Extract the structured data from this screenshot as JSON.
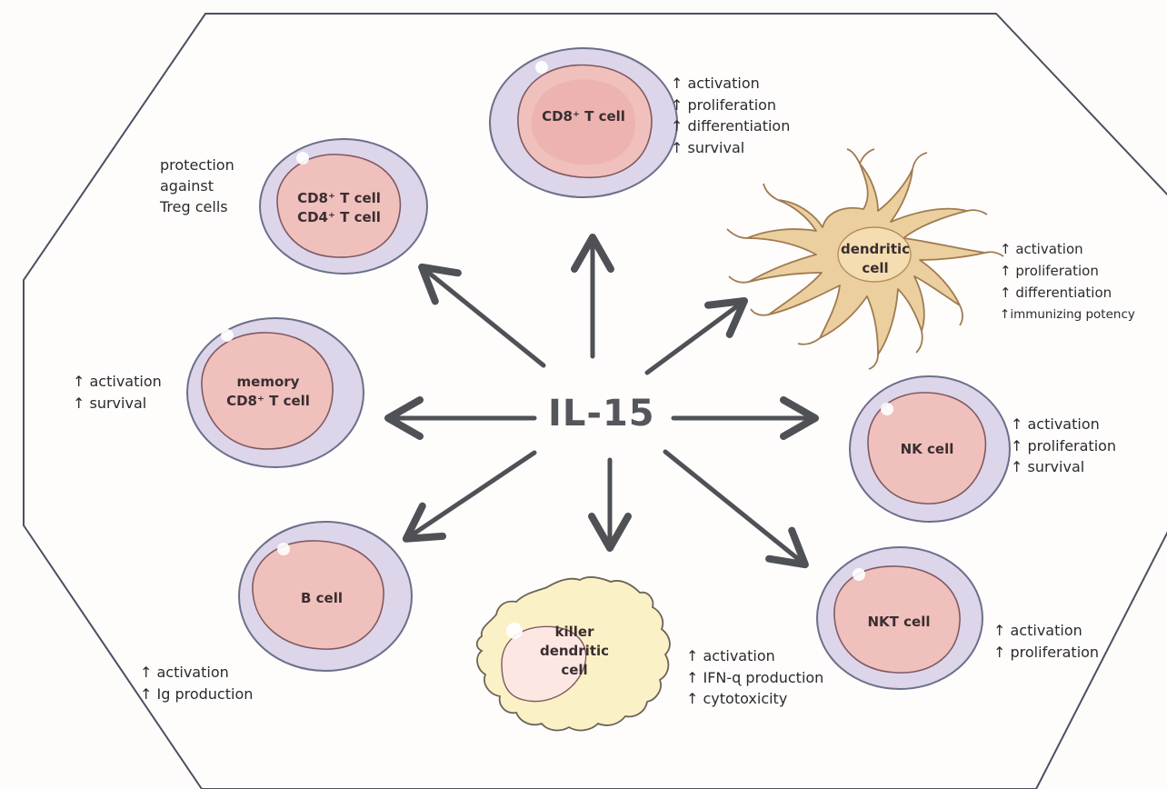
{
  "center": {
    "label": "IL-15"
  },
  "arrow_symbol": "↑",
  "cells": {
    "cd8_top": {
      "lines": [
        "CD8⁺ T cell"
      ],
      "effects": [
        "activation",
        "proliferation",
        "differentiation",
        "survival"
      ]
    },
    "cd8_cd4": {
      "lines": [
        "CD8⁺ T cell",
        "CD4⁺ T cell"
      ],
      "note": [
        "protection",
        "against",
        "Treg cells"
      ]
    },
    "memory": {
      "lines": [
        "memory",
        "CD8⁺ T cell"
      ],
      "effects": [
        "activation",
        "survival"
      ]
    },
    "b_cell": {
      "lines": [
        "B cell"
      ],
      "effects": [
        "activation",
        "Ig production"
      ]
    },
    "killer_dc": {
      "lines": [
        "killer",
        "dendritic",
        "cell"
      ],
      "effects": [
        "activation",
        "IFN-ɋ production",
        "cytotoxicity"
      ]
    },
    "nkt": {
      "lines": [
        "NKT cell"
      ],
      "effects": [
        "activation",
        "proliferation"
      ]
    },
    "nk": {
      "lines": [
        "NK cell"
      ],
      "effects": [
        "activation",
        "proliferation",
        "survival"
      ]
    },
    "dendritic": {
      "lines": [
        "dendritic",
        "cell"
      ],
      "effects": [
        "activation",
        "proliferation",
        "differentiation",
        "immunizing potency"
      ]
    }
  },
  "colors": {
    "membrane": "#ddd5ea",
    "membrane_stroke": "#6c6f8a",
    "cytoplasm": "#f0c0bd",
    "nucleus": "#e9a8a7",
    "dendritic_fill": "#eccf9f",
    "dendritic_stroke": "#a07b50",
    "killer_fill": "#fbf1c6",
    "killer_stroke": "#6b6458",
    "arrow": "#505157",
    "frame": "#4d5060"
  }
}
